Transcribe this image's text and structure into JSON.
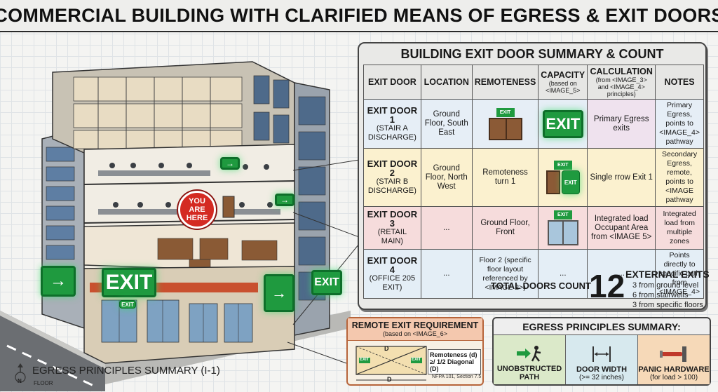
{
  "title": "COMMERCIAL BUILDING WITH CLARIFIED MEANS OF EGRESS & EXIT DOORS",
  "building": {
    "signs": {
      "exit": "EXIT",
      "small_exit": "EXIT"
    },
    "you_are_here": "YOU ARE HERE"
  },
  "summary": {
    "title": "BUILDING EXIT DOOR SUMMARY & COUNT",
    "headers": {
      "door": "EXIT DOOR",
      "location": "LOCATION",
      "remoteness": "REMOTENESS",
      "capacity": "CAPACITY",
      "capacity_sub": "(based on <IMAGE_5>",
      "calculation": "CALCULATION",
      "calculation_sub": "(from <IMAGE_3> and <IMAGE_4> principles)",
      "notes": "NOTES"
    },
    "rows": [
      {
        "door": "EXIT DOOR 1",
        "door_sub": "(STAIR A DISCHARGE)",
        "location": "Ground Floor, South East",
        "remoteness_tag": "EXIT",
        "capacity_sign": "EXIT",
        "calculation": "Primary Egress exits",
        "notes": "Primary Egress, points to <IMAGE_4> pathway"
      },
      {
        "door": "EXIT DOOR 2",
        "door_sub": "(STAIR B DISCHARGE)",
        "location": "Ground Floor, North West",
        "remoteness": "Remoteness turn 1",
        "capacity_tag": "EXIT",
        "capacity_sign": "EXIT",
        "calculation": "Single rrow Exit 1",
        "notes": "Secondary Egress, remote, points to <IMAGE pathway"
      },
      {
        "door": "EXIT DOOR 3",
        "door_sub": "(RETAIL MAIN)",
        "location": "...",
        "remoteness": "Ground Floor, Front",
        "capacity_tag": "EXIT",
        "calculation": "Integrated load Occupant Area from <IMAGE 5>",
        "notes": "Integrated load from multiple zones"
      },
      {
        "door": "EXIT DOOR 4",
        "door_sub": "(OFFICE 205 EXIT)",
        "location": "...",
        "remoteness": "Floor 2 (specific floor layout referenced by <IMAGE 2>)",
        "capacity": "...",
        "calculation": "...",
        "notes": "Points directly to specific path from <IMAGE_4>"
      }
    ],
    "total_label": "TOTAL DOORS COUNT",
    "total_value": "12",
    "external_label": "EXTERNAL EXITS",
    "external_breakdown": [
      "3 from ground level",
      "6 from stairwells",
      "3 from specific floors"
    ]
  },
  "remote": {
    "title": "REMOTE EXIT REQUIREMENT",
    "subtitle": "(based on <IMAGE_6>",
    "d_label": "D",
    "exit_tag": "EXIT",
    "rule": "Remoteness (d) ≥/ 1/2 Diagonal (D)",
    "reference": "NFPA 101, Section 7.5"
  },
  "principles": {
    "title": "EGRESS PRINCIPLES SUMMARY:",
    "items": [
      {
        "label": "UNOBSTRUCTED PATH",
        "sub": "",
        "color": "#dbe9c9"
      },
      {
        "label": "DOOR WIDTH",
        "sub": "(>= 32 inches)",
        "color": "#d7e9ee"
      },
      {
        "label": "PANIC HARDWARE",
        "sub": "(for load > 100)",
        "color": "#f6d9b8"
      }
    ]
  },
  "legend": {
    "title": "EGRESS PRINCIPLES SUMMARY (I-1)",
    "north": "N",
    "floor": "FLOOR"
  },
  "colors": {
    "exit_green": "#1f9a3f",
    "marker_red": "#d42a22",
    "remote_orange": "#b7643a"
  }
}
